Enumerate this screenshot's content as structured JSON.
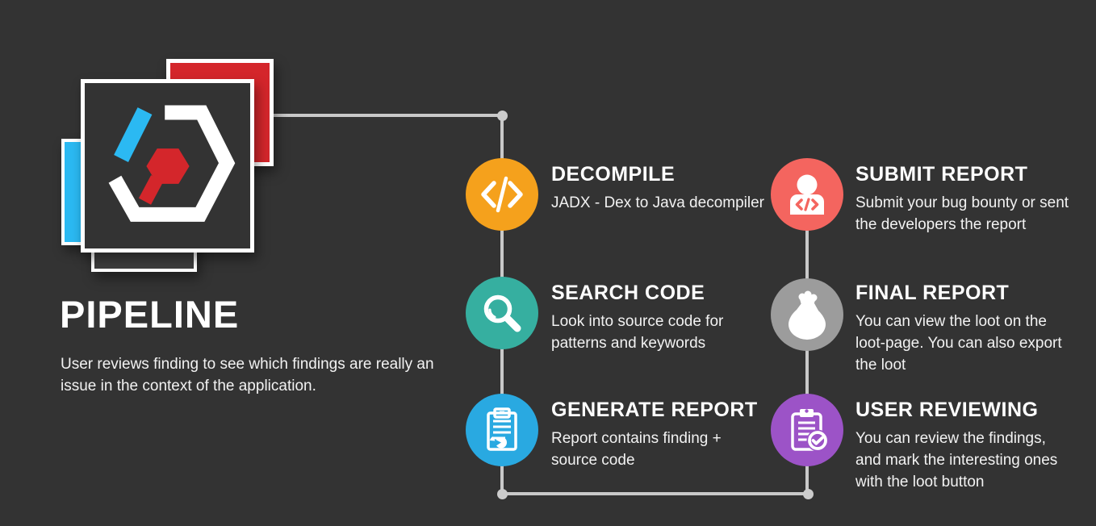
{
  "colors": {
    "background": "#333333",
    "connector": "#c9c9c9",
    "logo_red": "#d4262b",
    "logo_cyan": "#2bb9f2",
    "logo_dark_square": "#3e3e3e",
    "decompile": "#f5a11c",
    "search_code": "#36afa0",
    "generate_report": "#29a9e1",
    "submit_report": "#f4655f",
    "final_report": "#9c9c9c",
    "user_reviewing": "#9c53c7"
  },
  "header": {
    "title": "PIPELINE",
    "description_lines": "User reviews finding to see which findings are really an\nissue in the context of the application."
  },
  "steps": [
    {
      "title": "DECOMPILE",
      "desc": "JADX - Dex to Java decompiler",
      "icon": "code-icon",
      "color": "#f5a11c"
    },
    {
      "title": "SEARCH CODE",
      "desc": "Look into source code for\npatterns and keywords",
      "icon": "search-icon",
      "color": "#36afa0"
    },
    {
      "title": "GENERATE REPORT",
      "desc": "Report contains finding +\nsource code",
      "icon": "report-icon",
      "color": "#29a9e1"
    },
    {
      "title": "SUBMIT REPORT",
      "desc": "Submit your bug bounty or sent\nthe developers the report",
      "icon": "person-icon",
      "color": "#f4655f"
    },
    {
      "title": "FINAL REPORT",
      "desc": "You can view the loot on the\nloot-page. You can also export\nthe loot",
      "icon": "loot-bag-icon",
      "color": "#9c9c9c"
    },
    {
      "title": "USER REVIEWING",
      "desc": "You can review the findings,\nand mark the interesting ones\nwith the loot button",
      "icon": "review-check-icon",
      "color": "#9c53c7"
    }
  ]
}
